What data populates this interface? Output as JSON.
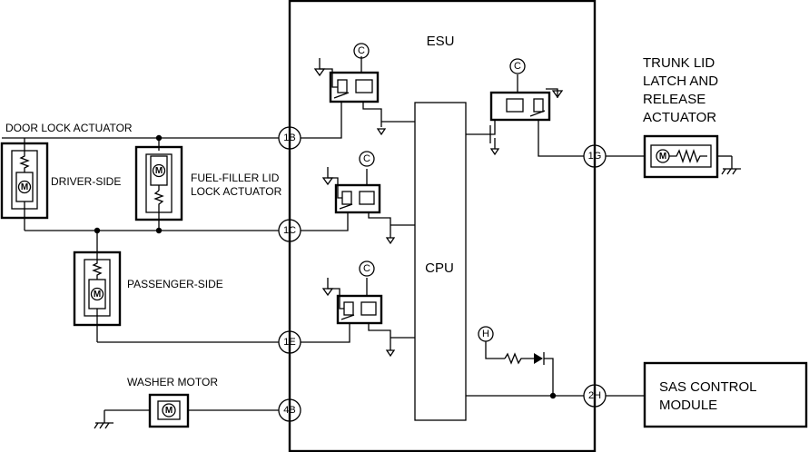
{
  "esu_label": "ESU",
  "cpu_label": "CPU",
  "connectors": {
    "c1b": "1B",
    "c1c": "1C",
    "c1e": "1E",
    "c4b": "4B",
    "c1g": "1G",
    "c2h": "2H"
  },
  "relay_tags": {
    "c": "C",
    "h": "H"
  },
  "components": {
    "door_lock_actuator": "DOOR LOCK ACTUATOR",
    "driver_side": "DRIVER-SIDE",
    "fuel_filler_line1": "FUEL-FILLER LID",
    "fuel_filler_line2": "LOCK ACTUATOR",
    "passenger_side": "PASSENGER-SIDE",
    "washer_motor": "WASHER MOTOR",
    "trunk_line1": "TRUNK LID",
    "trunk_line2": "LATCH AND",
    "trunk_line3": "RELEASE",
    "trunk_line4": "ACTUATOR",
    "sas_line1": "SAS CONTROL",
    "sas_line2": "MODULE"
  },
  "motor_symbol": "M"
}
